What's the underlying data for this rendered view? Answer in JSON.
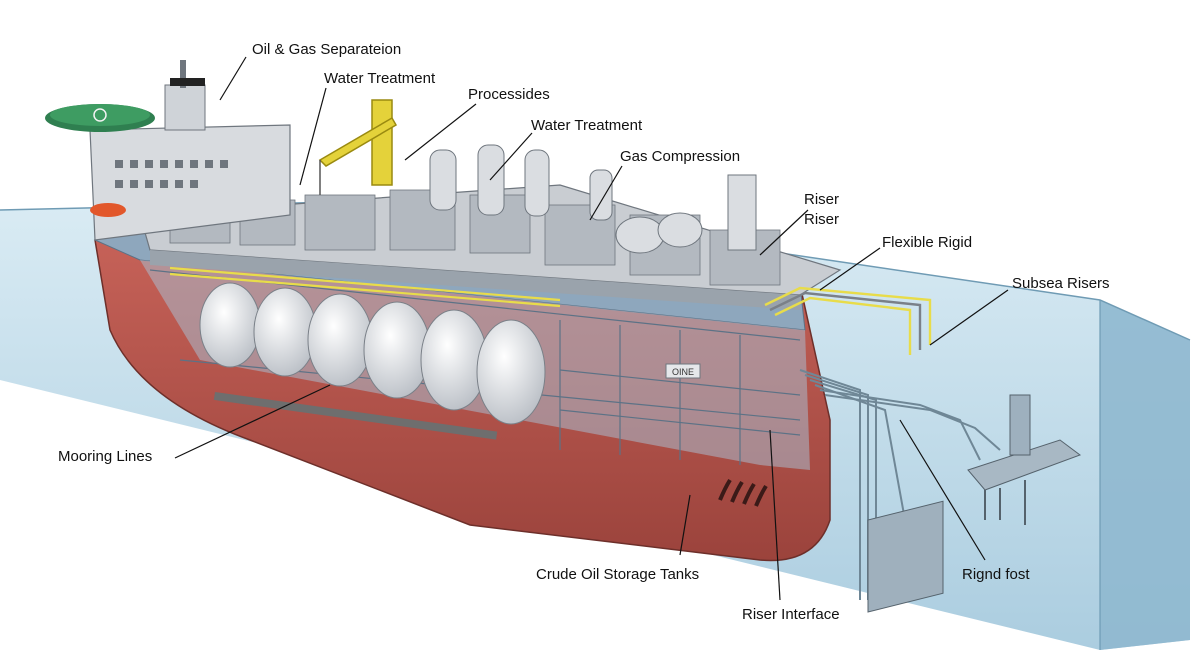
{
  "labels": {
    "oil_gas_separation": "Oil & Gas Separateion",
    "water_treatment_1": "Water Treatment",
    "processides": "Processides",
    "water_treatment_2": "Water Treatment",
    "gas_compression": "Gas Compression",
    "riser_1": "Riser",
    "riser_2": "Riser",
    "flexible_rigid": "Flexible Rigid",
    "subsea_risers": "Subsea Risers",
    "mooring_lines": "Mooring Lines",
    "crude_oil_storage_tanks": "Crude Oil Storage Tanks",
    "riser_interface": "Riser Interface",
    "rignd_fost": "Rignd fost",
    "module_plate": "OINE"
  },
  "colors": {
    "sea": "#bcd9e8",
    "sea_dark": "#8fb8cf",
    "hull_red": "#b9574f",
    "hull_red_dark": "#8f3f39",
    "deck_grey": "#c9cdd2",
    "frame_blue": "#8ea7bd",
    "tank_white": "#e9ebee",
    "crane_yellow": "#e4d23a",
    "pipe_yellow": "#e8dc4a",
    "helideck_green": "#3e9c62"
  }
}
